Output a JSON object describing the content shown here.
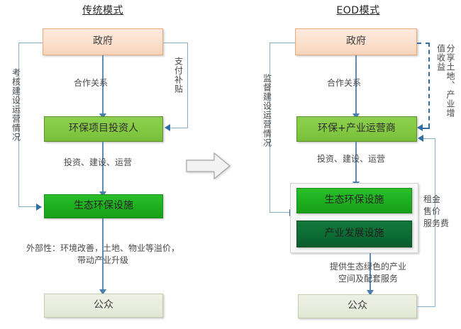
{
  "diagram": {
    "title_left": "传统模式",
    "title_right": "EOD模式",
    "transition_icon": "right-block-arrow-icon"
  },
  "traditional": {
    "nodes": {
      "government": "政府",
      "investor": "环保项目投资人",
      "eco_facility": "生态环保设施",
      "public": "公众"
    },
    "edges": {
      "cooperation": "合作关系",
      "subsidy": "支付补贴",
      "assessment": "考核建设运营情况",
      "invest_build_operate": "投资、建设、运营",
      "externality_line1": "外部性：环境改善，土地、物业等溢价，",
      "externality_line2": "带动产业升级"
    }
  },
  "eod": {
    "nodes": {
      "government": "政府",
      "operator": "环保+产业运营商",
      "eco_facility": "生态环保设施",
      "industry_facility": "产业发展设施",
      "public": "公众"
    },
    "edges": {
      "cooperation": "合作关系",
      "supervision": "监督建设运营情况",
      "invest_build_operate": "投资、建设、运营",
      "share_value": "分享土地、产业增值收益",
      "fees_line1": "租金",
      "fees_line2": "售价",
      "fees_line3": "服务费",
      "service_line1": "提供生态绿色的产业",
      "service_line2": "空间及配套服务"
    }
  },
  "colors": {
    "government_fill": "#fbe0cd",
    "government_border": "#e8ab78",
    "green_light_fill": "#84c943",
    "green_fill": "#1eb01e",
    "green_dark_fill": "#0d6b33",
    "public_fill": "#e8ecdd",
    "connector": "#5b8db8",
    "arrow_head": "#2f6ea5"
  }
}
